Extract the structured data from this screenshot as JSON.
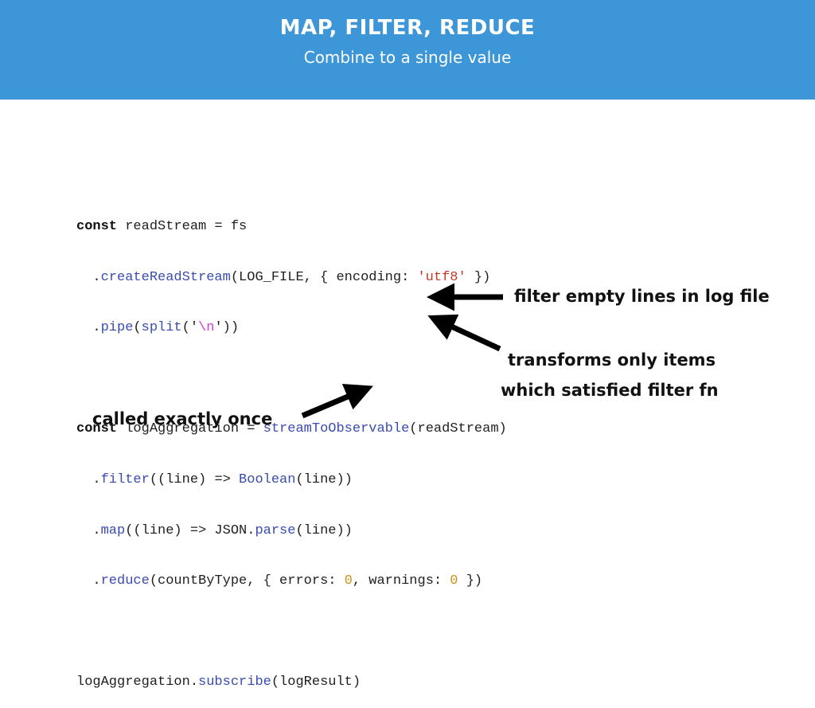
{
  "header": {
    "title": "MAP, FILTER, REDUCE",
    "subtitle": "Combine to a single value",
    "background_color": "#3d96d8"
  },
  "code": {
    "l1_kw": "const",
    "l1_rest": " readStream = fs",
    "l2_indent": "  .",
    "l2_fn": "createReadStream",
    "l2_a": "(LOG_FILE, { encoding: ",
    "l2_str": "'utf8'",
    "l2_b": " })",
    "l3_indent": "  .",
    "l3_fn": "pipe",
    "l3_a": "(",
    "l3_fn2": "split",
    "l3_b": "('",
    "l3_esc": "\\n",
    "l3_c": "'))",
    "l4_kw": "const",
    "l4_a": " logAggregation = ",
    "l4_fn": "streamToObservable",
    "l4_b": "(readStream)",
    "l5_indent": "  .",
    "l5_fn": "filter",
    "l5_a": "((line) => ",
    "l5_fn2": "Boolean",
    "l5_b": "(line))",
    "l6_indent": "  .",
    "l6_fn": "map",
    "l6_a": "((line) => JSON.",
    "l6_fn2": "parse",
    "l6_b": "(line))",
    "l7_indent": "  .",
    "l7_fn": "reduce",
    "l7_a": "(countByType, { errors: ",
    "l7_n1": "0",
    "l7_b": ", warnings: ",
    "l7_n2": "0",
    "l7_c": " })",
    "l8_a": "logAggregation.",
    "l8_fn": "subscribe",
    "l8_b": "(logResult)"
  },
  "annotations": {
    "filter_note": "filter empty lines in log file",
    "map_note_line1": "transforms only items",
    "map_note_line2": "which satisfied filter fn",
    "subscribe_note": "called exactly once"
  },
  "icons": [
    "arrow-icon"
  ]
}
